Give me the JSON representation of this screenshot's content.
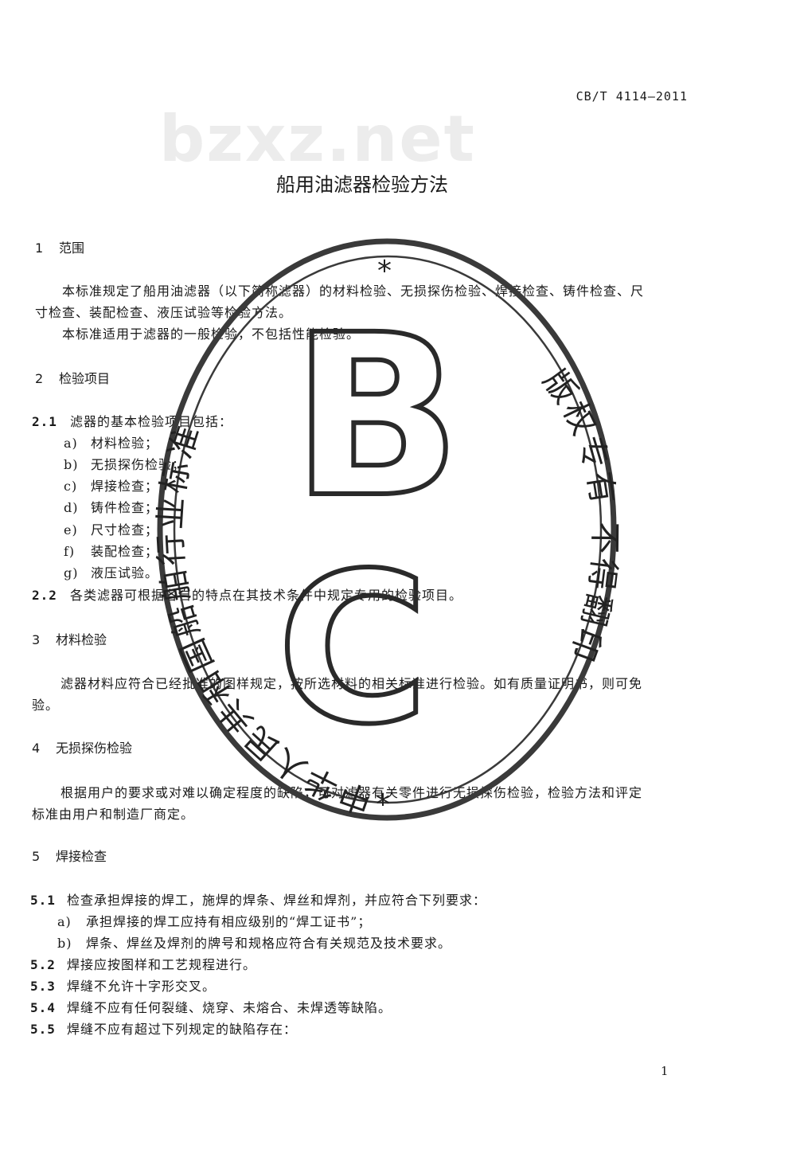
{
  "header": {
    "standard_code": "CB/T 4114—2011",
    "watermark": "bzxz.net",
    "title": "船用油滤器检验方法"
  },
  "sections": {
    "s1": {
      "num": "1",
      "title": "范围",
      "p1_line1": "本标准规定了船用油滤器（以下简称滤器）的材料检验、无损探伤检验、焊接检查、铸件检查、尺",
      "p1_line2": "寸检查、装配检查、液压试验等检验方法。",
      "p2": "本标准适用于滤器的一般检验，不包括性能检验。"
    },
    "s2": {
      "num": "2",
      "title": "检验项目",
      "c21_num": "2.1",
      "c21_text": "滤器的基本检验项目包括：",
      "items": [
        {
          "mark": "a)",
          "text": "材料检验；"
        },
        {
          "mark": "b)",
          "text": "无损探伤检验；"
        },
        {
          "mark": "c)",
          "text": "焊接检查；"
        },
        {
          "mark": "d)",
          "text": "铸件检查；"
        },
        {
          "mark": "e)",
          "text": "尺寸检查；"
        },
        {
          "mark": "f)",
          "text": "装配检查；"
        },
        {
          "mark": "g)",
          "text": "液压试验。"
        }
      ],
      "c22_num": "2.2",
      "c22_text": "各类滤器可根据各自的特点在其技术条件中规定专用的检验项目。"
    },
    "s3": {
      "num": "3",
      "title": "材料检验",
      "line1": "滤器材料应符合已经批准的图样规定，按所选材料的相关标准进行检验。如有质量证明书，则可免",
      "line2": "验。"
    },
    "s4": {
      "num": "4",
      "title": "无损探伤检验",
      "line1": "根据用户的要求或对难以确定程度的缺陷，可对滤器有关零件进行无损探伤检验，检验方法和评定",
      "line2": "标准由用户和制造厂商定。"
    },
    "s5": {
      "num": "5",
      "title": "焊接检查",
      "c51_num": "5.1",
      "c51_text": "检查承担焊接的焊工，施焊的焊条、焊丝和焊剂，并应符合下列要求：",
      "c51_items": [
        {
          "mark": "a)",
          "text": "承担焊接的焊工应持有相应级别的“焊工证书”；"
        },
        {
          "mark": "b)",
          "text": "焊条、焊丝及焊剂的牌号和规格应符合有关规范及技术要求。"
        }
      ],
      "c52_num": "5.2",
      "c52_text": "焊接应按图样和工艺规程进行。",
      "c53_num": "5.3",
      "c53_text": "焊缝不允许十字形交叉。",
      "c54_num": "5.4",
      "c54_text": "焊缝不应有任何裂缝、烧穿、未熔合、未焊透等缺陷。",
      "c55_num": "5.5",
      "c55_text": "焊缝不应有超过下列规定的缺陷存在："
    }
  },
  "seal": {
    "left_arc": "中华人民共和国船舶行业标准",
    "right_arc": "版权专有 不得翻印",
    "star": "*",
    "letters": "CB"
  },
  "footer": {
    "page_number": "1"
  }
}
